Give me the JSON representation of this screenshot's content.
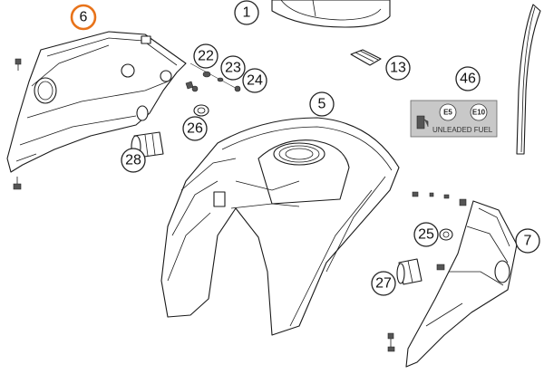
{
  "callouts": [
    {
      "number": "6",
      "highlight": true
    },
    {
      "number": "1"
    },
    {
      "number": "22"
    },
    {
      "number": "23"
    },
    {
      "number": "24"
    },
    {
      "number": "13"
    },
    {
      "number": "46"
    },
    {
      "number": "5"
    },
    {
      "number": "26"
    },
    {
      "number": "28"
    },
    {
      "number": "25"
    },
    {
      "number": "7"
    },
    {
      "number": "27"
    }
  ],
  "fuel_label": {
    "badge_e5": "E5",
    "badge_e10": "E10",
    "text": "UNLEADED FUEL"
  },
  "colors": {
    "highlight": "#e8731a",
    "line": "#1a1a1a",
    "label_bg": "#c8c8c8"
  }
}
